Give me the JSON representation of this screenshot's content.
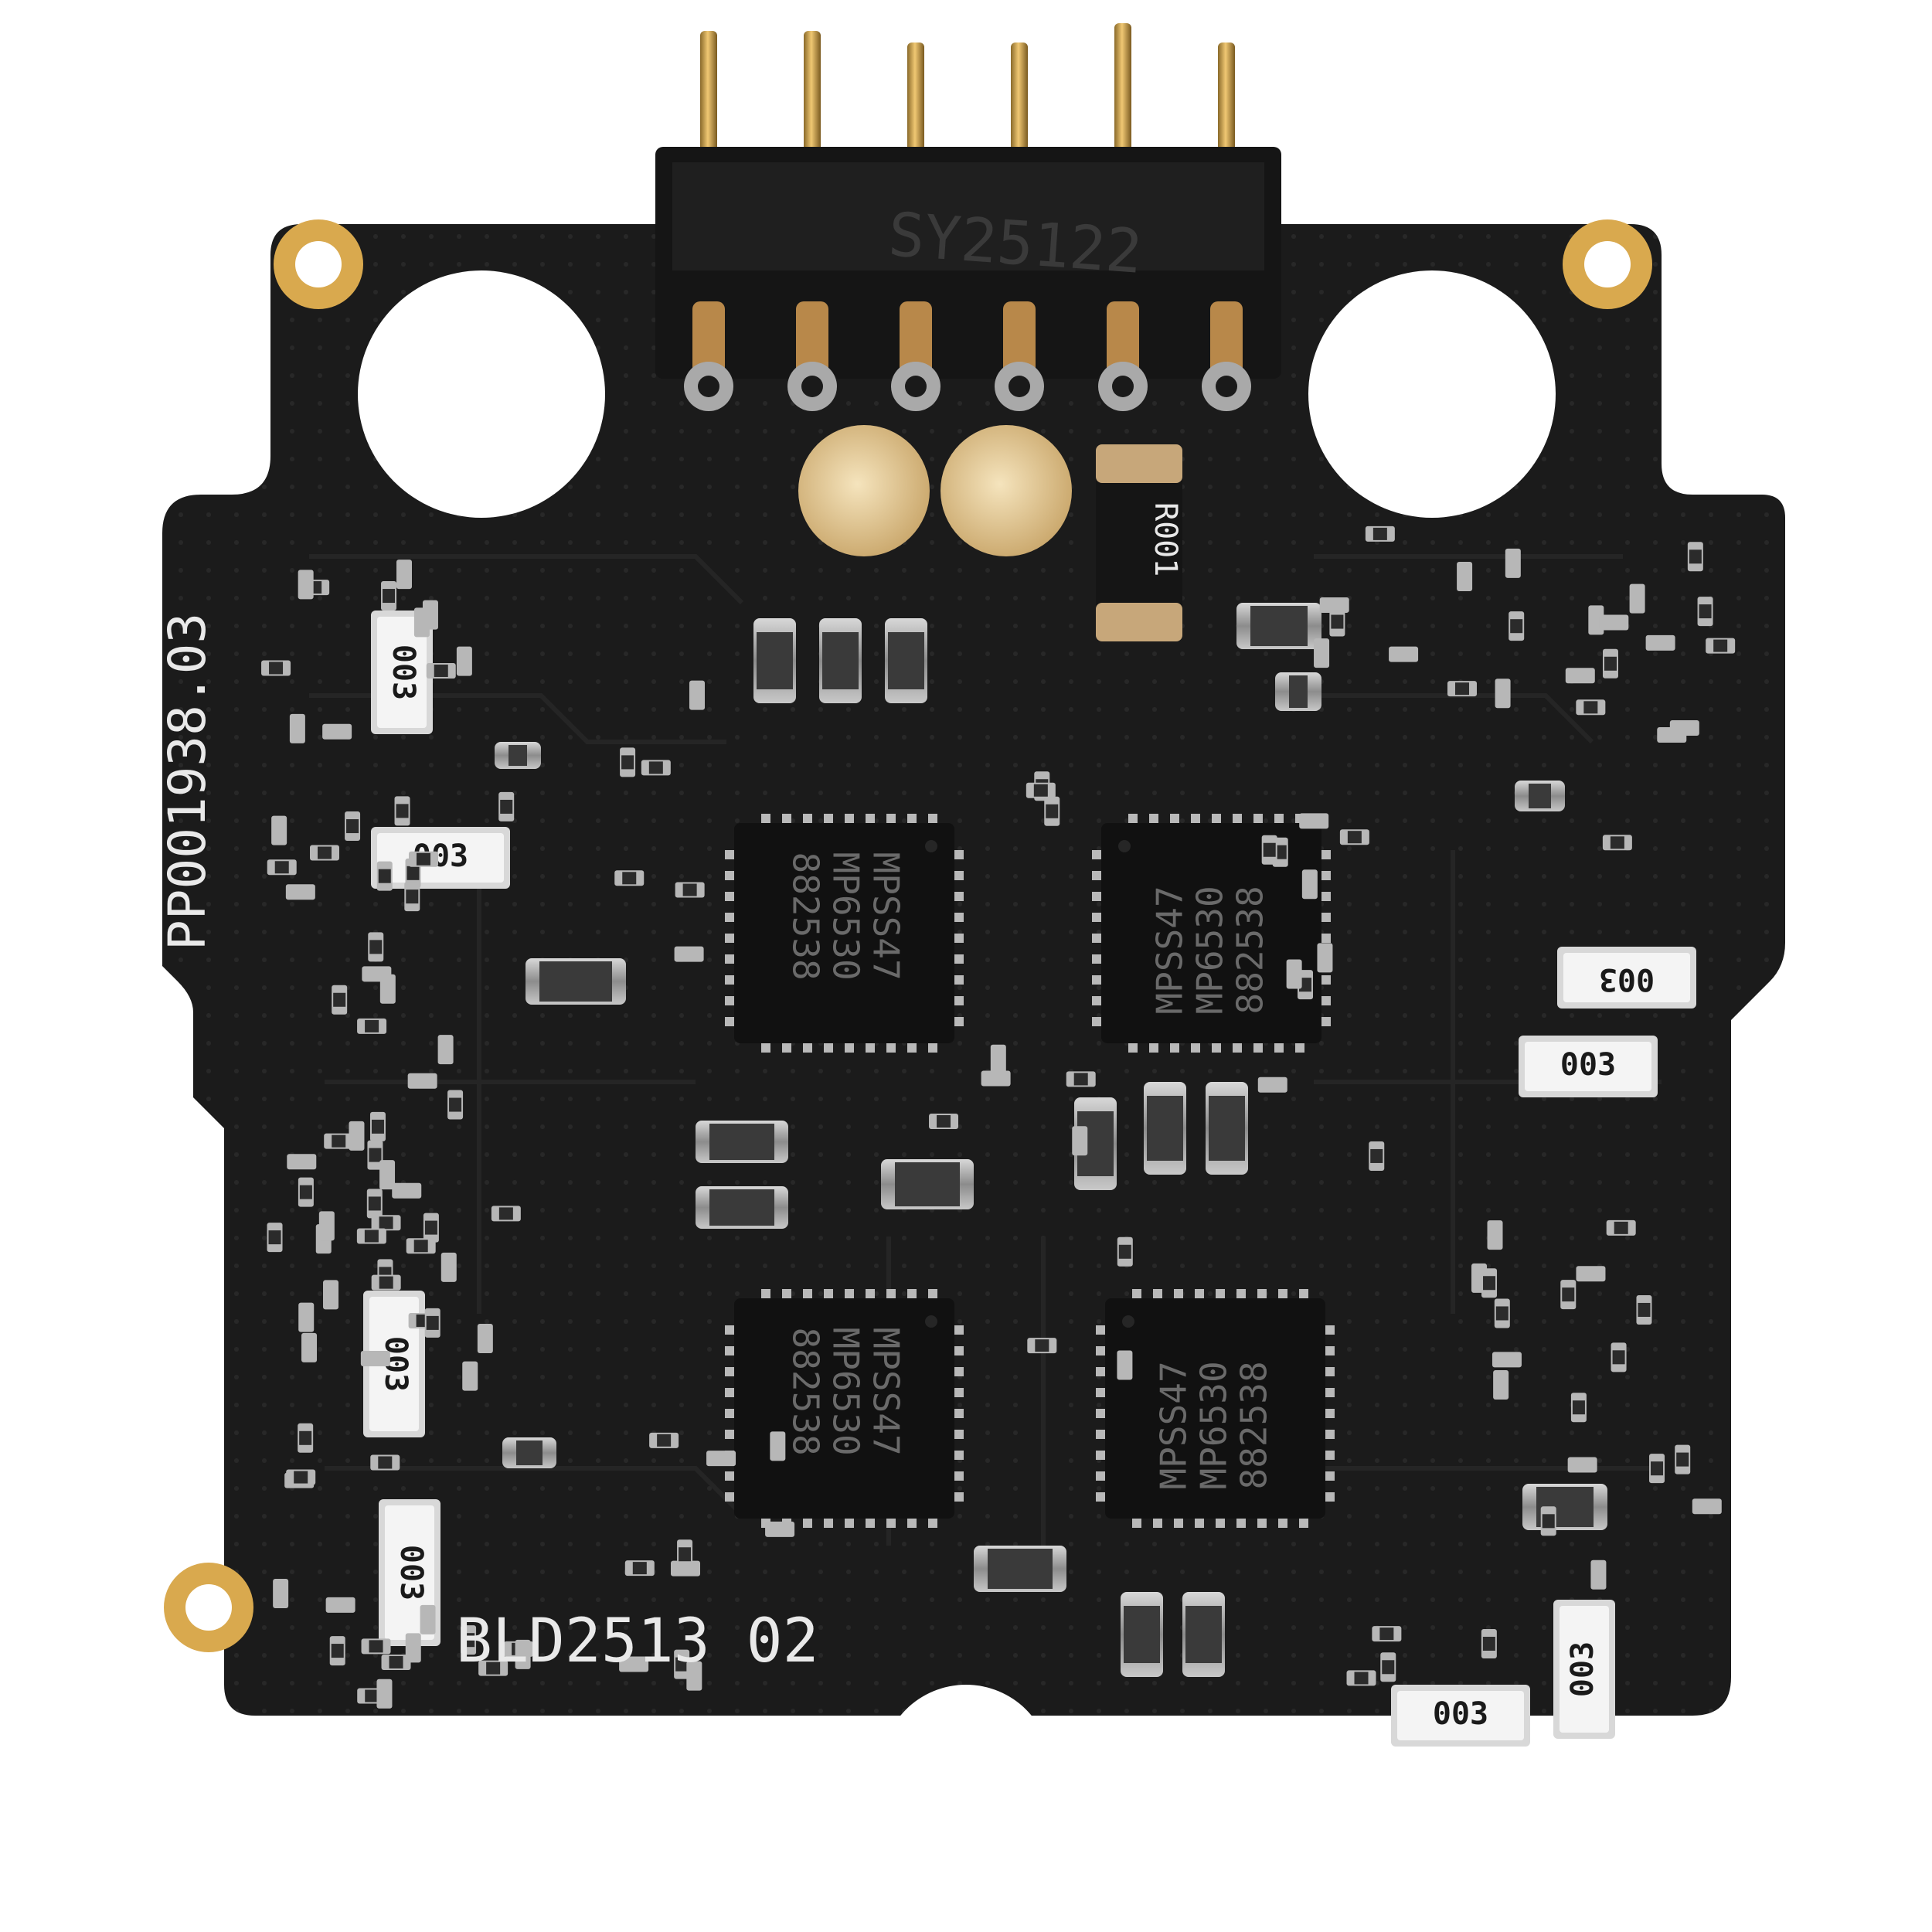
{
  "board": {
    "part_number": "PP001938.03",
    "board_label": "BLD2513 02",
    "connector_marking": "SY25122",
    "sense_resistor_marking": "R001"
  },
  "ics": [
    {
      "name": "qfn-chip-top-left",
      "lines": [
        "MPSS47",
        "MP6530",
        "882538"
      ]
    },
    {
      "name": "qfn-chip-top-right",
      "lines": [
        "MPSS47",
        "MP6530",
        "882538"
      ]
    },
    {
      "name": "qfn-chip-bottom-left",
      "lines": [
        "MPSS47",
        "MP6530",
        "882538"
      ]
    },
    {
      "name": "qfn-chip-bottom-right",
      "lines": [
        "MPSS47",
        "MP6530",
        "882538"
      ]
    }
  ],
  "shunt_resistors": [
    "003",
    "003",
    "003",
    "003",
    "003",
    "003",
    "003",
    "003"
  ],
  "colors": {
    "pcb": "#1b1b1b",
    "gold": "#d9a94e",
    "copper_pad": "#c79a45",
    "component_silver": "#9aa0a6",
    "silkscreen": "#e9e9e9",
    "background": "#ffffff"
  }
}
